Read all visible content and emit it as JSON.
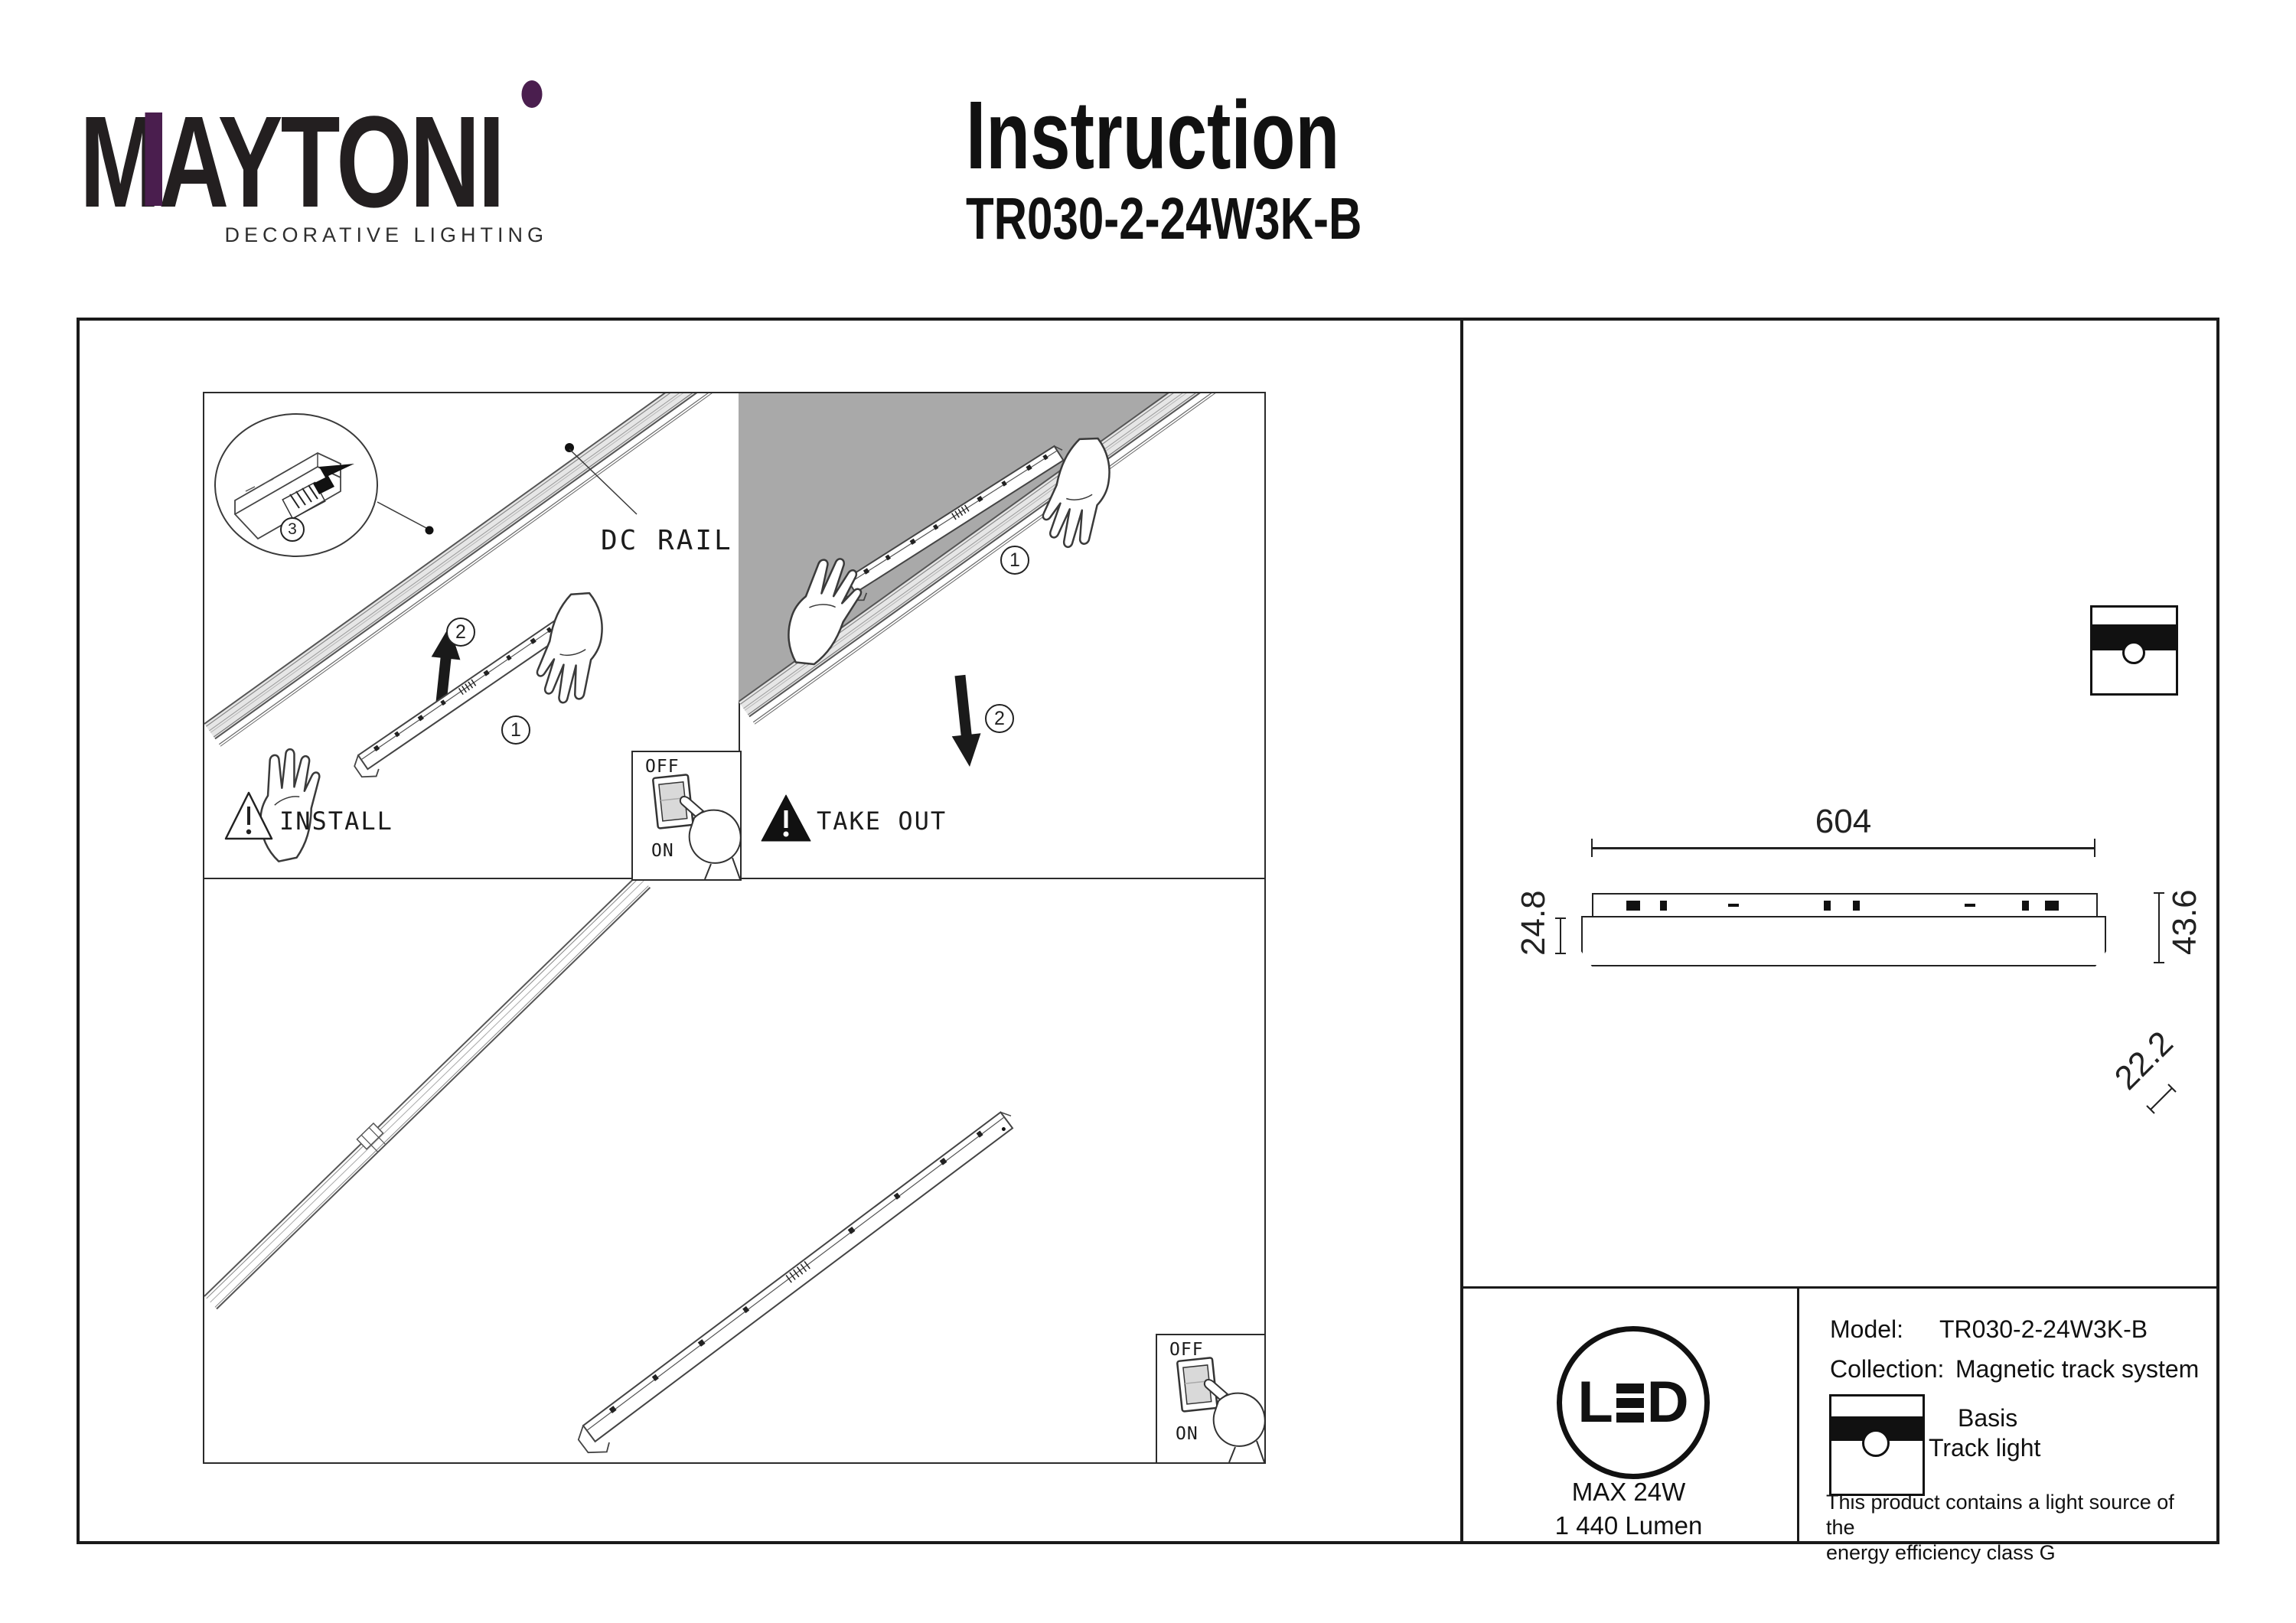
{
  "brand": {
    "name": "MAYTONI",
    "tagline": "DECORATIVE LIGHTING",
    "accent_color": "#4a1e4e"
  },
  "header": {
    "title": "Instruction",
    "model": "TR030-2-24W3K-B"
  },
  "diagram": {
    "dc_rail_label": "DC RAIL",
    "install_label": "INSTALL",
    "take_out_label": "TAKE OUT",
    "step_1": "1",
    "step_2": "2",
    "step_3": "3",
    "switch_off": "OFF",
    "switch_on": "ON",
    "ceiling_gray": "#a9a9a9"
  },
  "dimensions": {
    "length": "604",
    "body_height": "24.8",
    "total_height": "43.6",
    "depth": "22.2"
  },
  "led_badge": {
    "l": "L",
    "d": "D",
    "max_power": "MAX 24W",
    "luminous_flux": "1 440 Lumen"
  },
  "spec": {
    "model_label": "Model:",
    "model_value": "TR030-2-24W3K-B",
    "collection_label": "Collection:",
    "collection_value": "Magnetic track system",
    "mount_label": "Basis",
    "type_label": "Track light",
    "efficiency_line1": "This product contains a light source of the",
    "efficiency_line2": "energy efficiency class G"
  }
}
